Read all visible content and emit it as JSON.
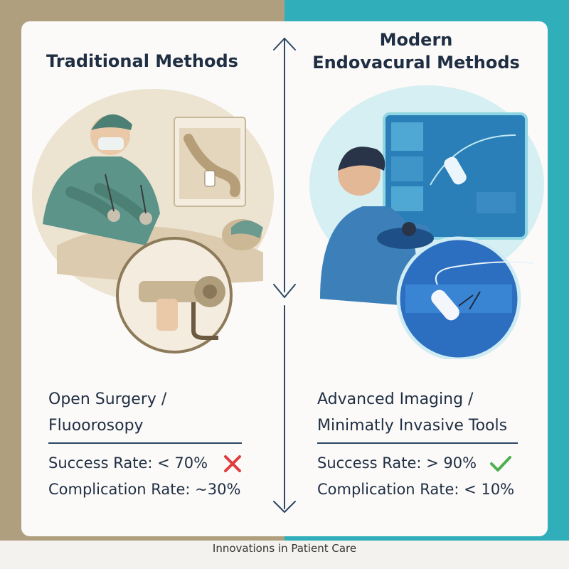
{
  "left": {
    "title": "Traditional Methods",
    "method_line1": "Open Surgery /",
    "method_line2": "Fluoorosopy",
    "success": "Success Rate: < 70%",
    "complication": "Complication Rate: ~30%"
  },
  "right": {
    "title_line1": "Modern",
    "title_line2": "Endovacural Methods",
    "method_line1": "Advanced Imaging /",
    "method_line2": "Minimatly Invasive Tools",
    "success": "Success Rate: > 90%",
    "complication": "Complication Rate: < 10%"
  },
  "footer": "Innovations in Patient Care",
  "icons": {
    "left_mark": "cross-icon",
    "right_mark": "check-icon",
    "divider": "double-arrow-icon"
  },
  "colors": {
    "left_bg": "#b09f7f",
    "right_bg": "#30aeb9",
    "cross": "#e03c3c",
    "check": "#4caf50",
    "text": "#1f2e43"
  }
}
